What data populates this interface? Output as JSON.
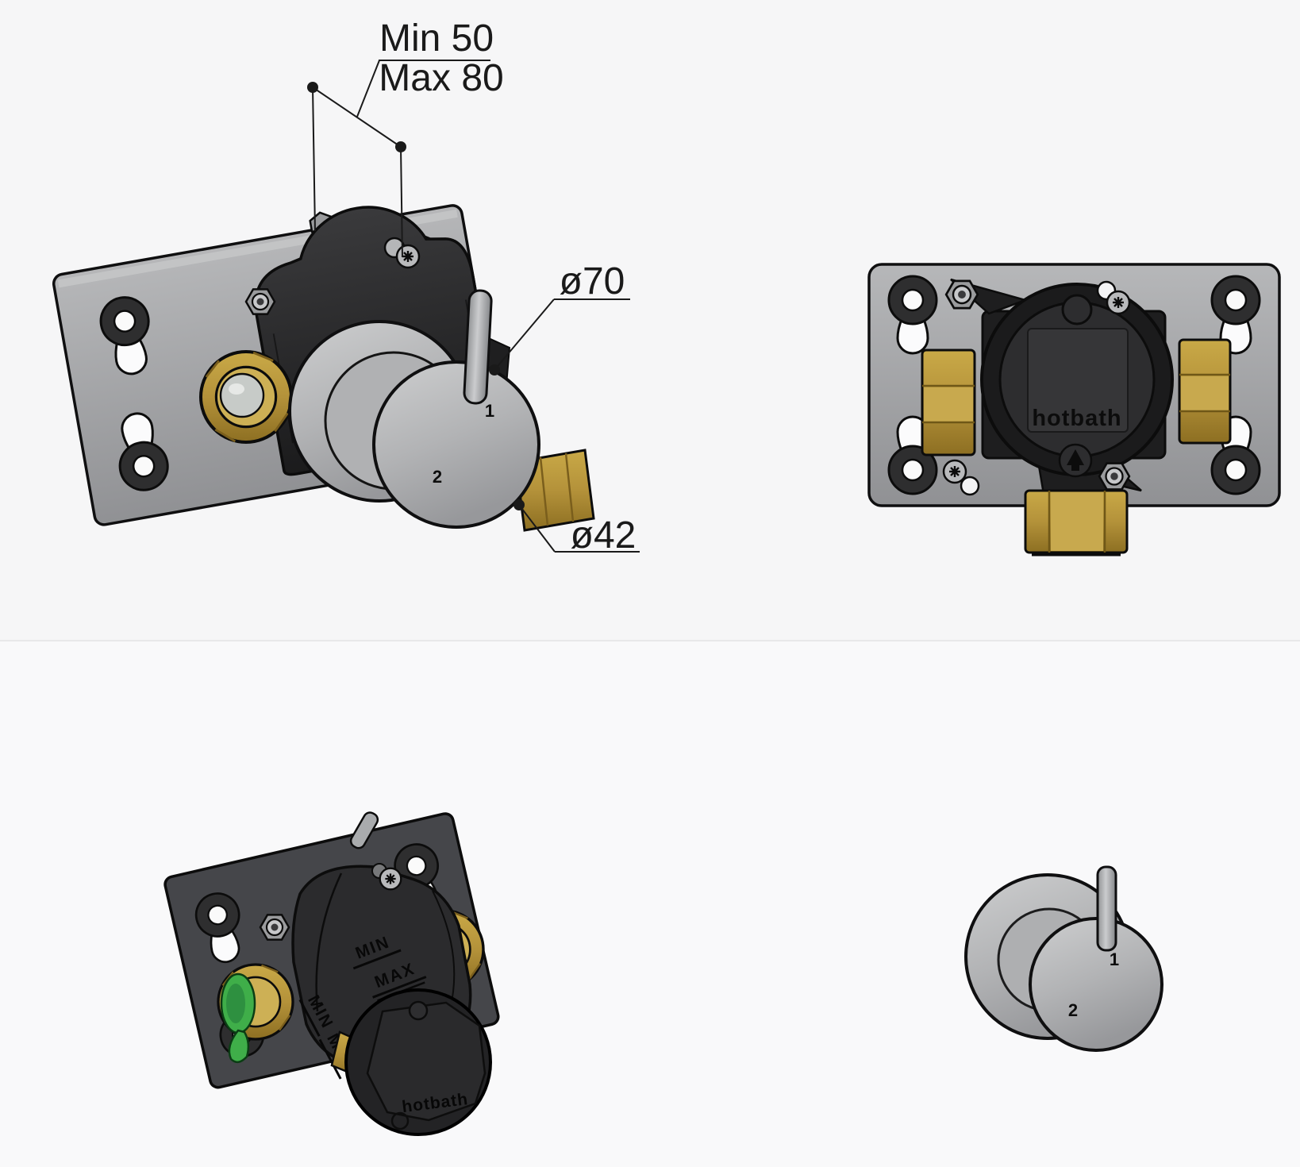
{
  "annotations": {
    "depth_min": "Min 50",
    "depth_max": "Max 80",
    "trim_plate_diameter": "ø70",
    "handle_diameter": "ø42"
  },
  "labels": {
    "brand": "hotbath",
    "min_marking": "MIN",
    "max_marking": "MAX",
    "position_1": "1",
    "position_2": "2"
  },
  "colors": {
    "background": "#f6f6f7",
    "outline": "#0f0f10",
    "plate_gray": "#a9aaac",
    "body_black": "#232324",
    "brass": "#b4923a",
    "metal_gray": "#b5b6b8",
    "plug_green": "#3fae49",
    "annotation_line": "#1a1a1a"
  }
}
